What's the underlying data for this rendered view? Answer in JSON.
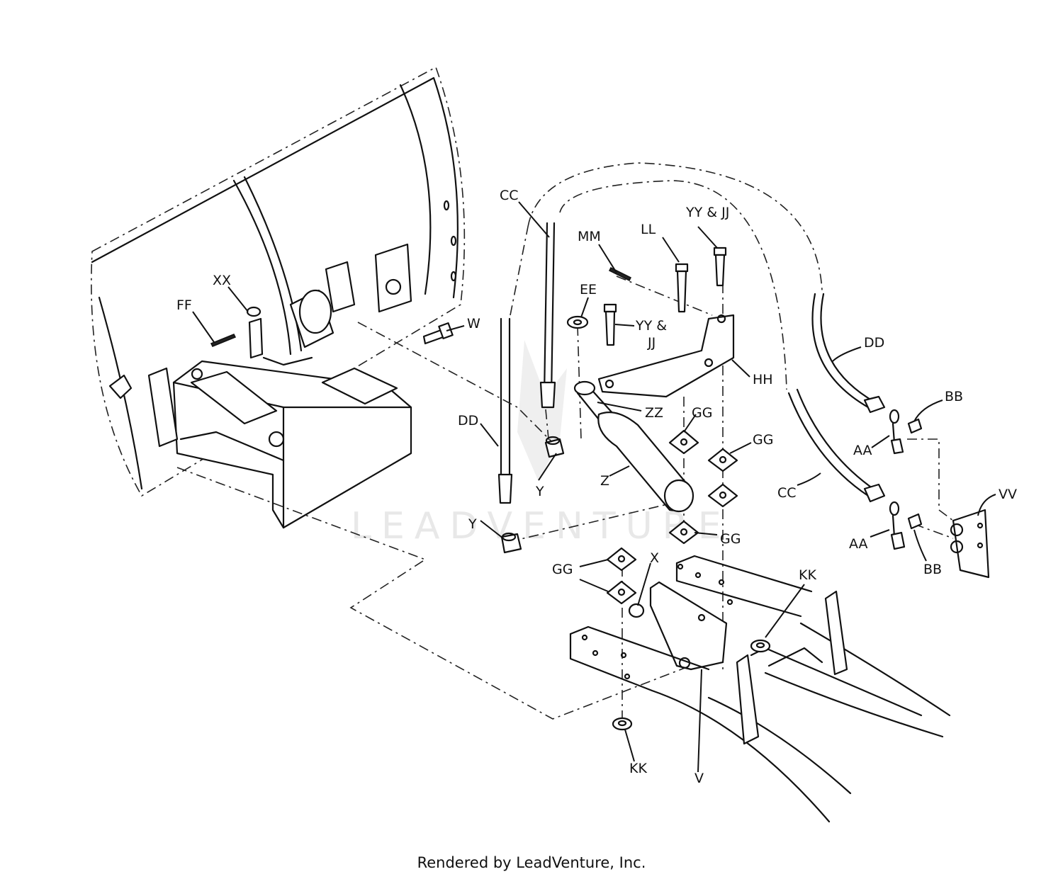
{
  "diagram": {
    "watermark": "LEADVENTURE",
    "footer": "Rendered by LeadVenture, Inc.",
    "labels": {
      "cc_top": "CC",
      "mm": "MM",
      "ll": "LL",
      "yy_jj_top": "YY & JJ",
      "xx": "XX",
      "ff": "FF",
      "w": "W",
      "ee": "EE",
      "yy_jj_mid_1": "YY &",
      "yy_jj_mid_2": "JJ",
      "dd_right": "DD",
      "hh": "HH",
      "bb_top": "BB",
      "zz": "ZZ",
      "gg_1": "GG",
      "dd_left": "DD",
      "gg_2": "GG",
      "aa_top": "AA",
      "y_upper": "Y",
      "z": "Z",
      "cc_right": "CC",
      "vv": "VV",
      "y_lower": "Y",
      "gg_3": "GG",
      "aa_bottom": "AA",
      "x": "X",
      "gg_4": "GG",
      "bb_bottom": "BB",
      "kk_right": "KK",
      "kk_bottom": "KK",
      "v": "V"
    }
  }
}
